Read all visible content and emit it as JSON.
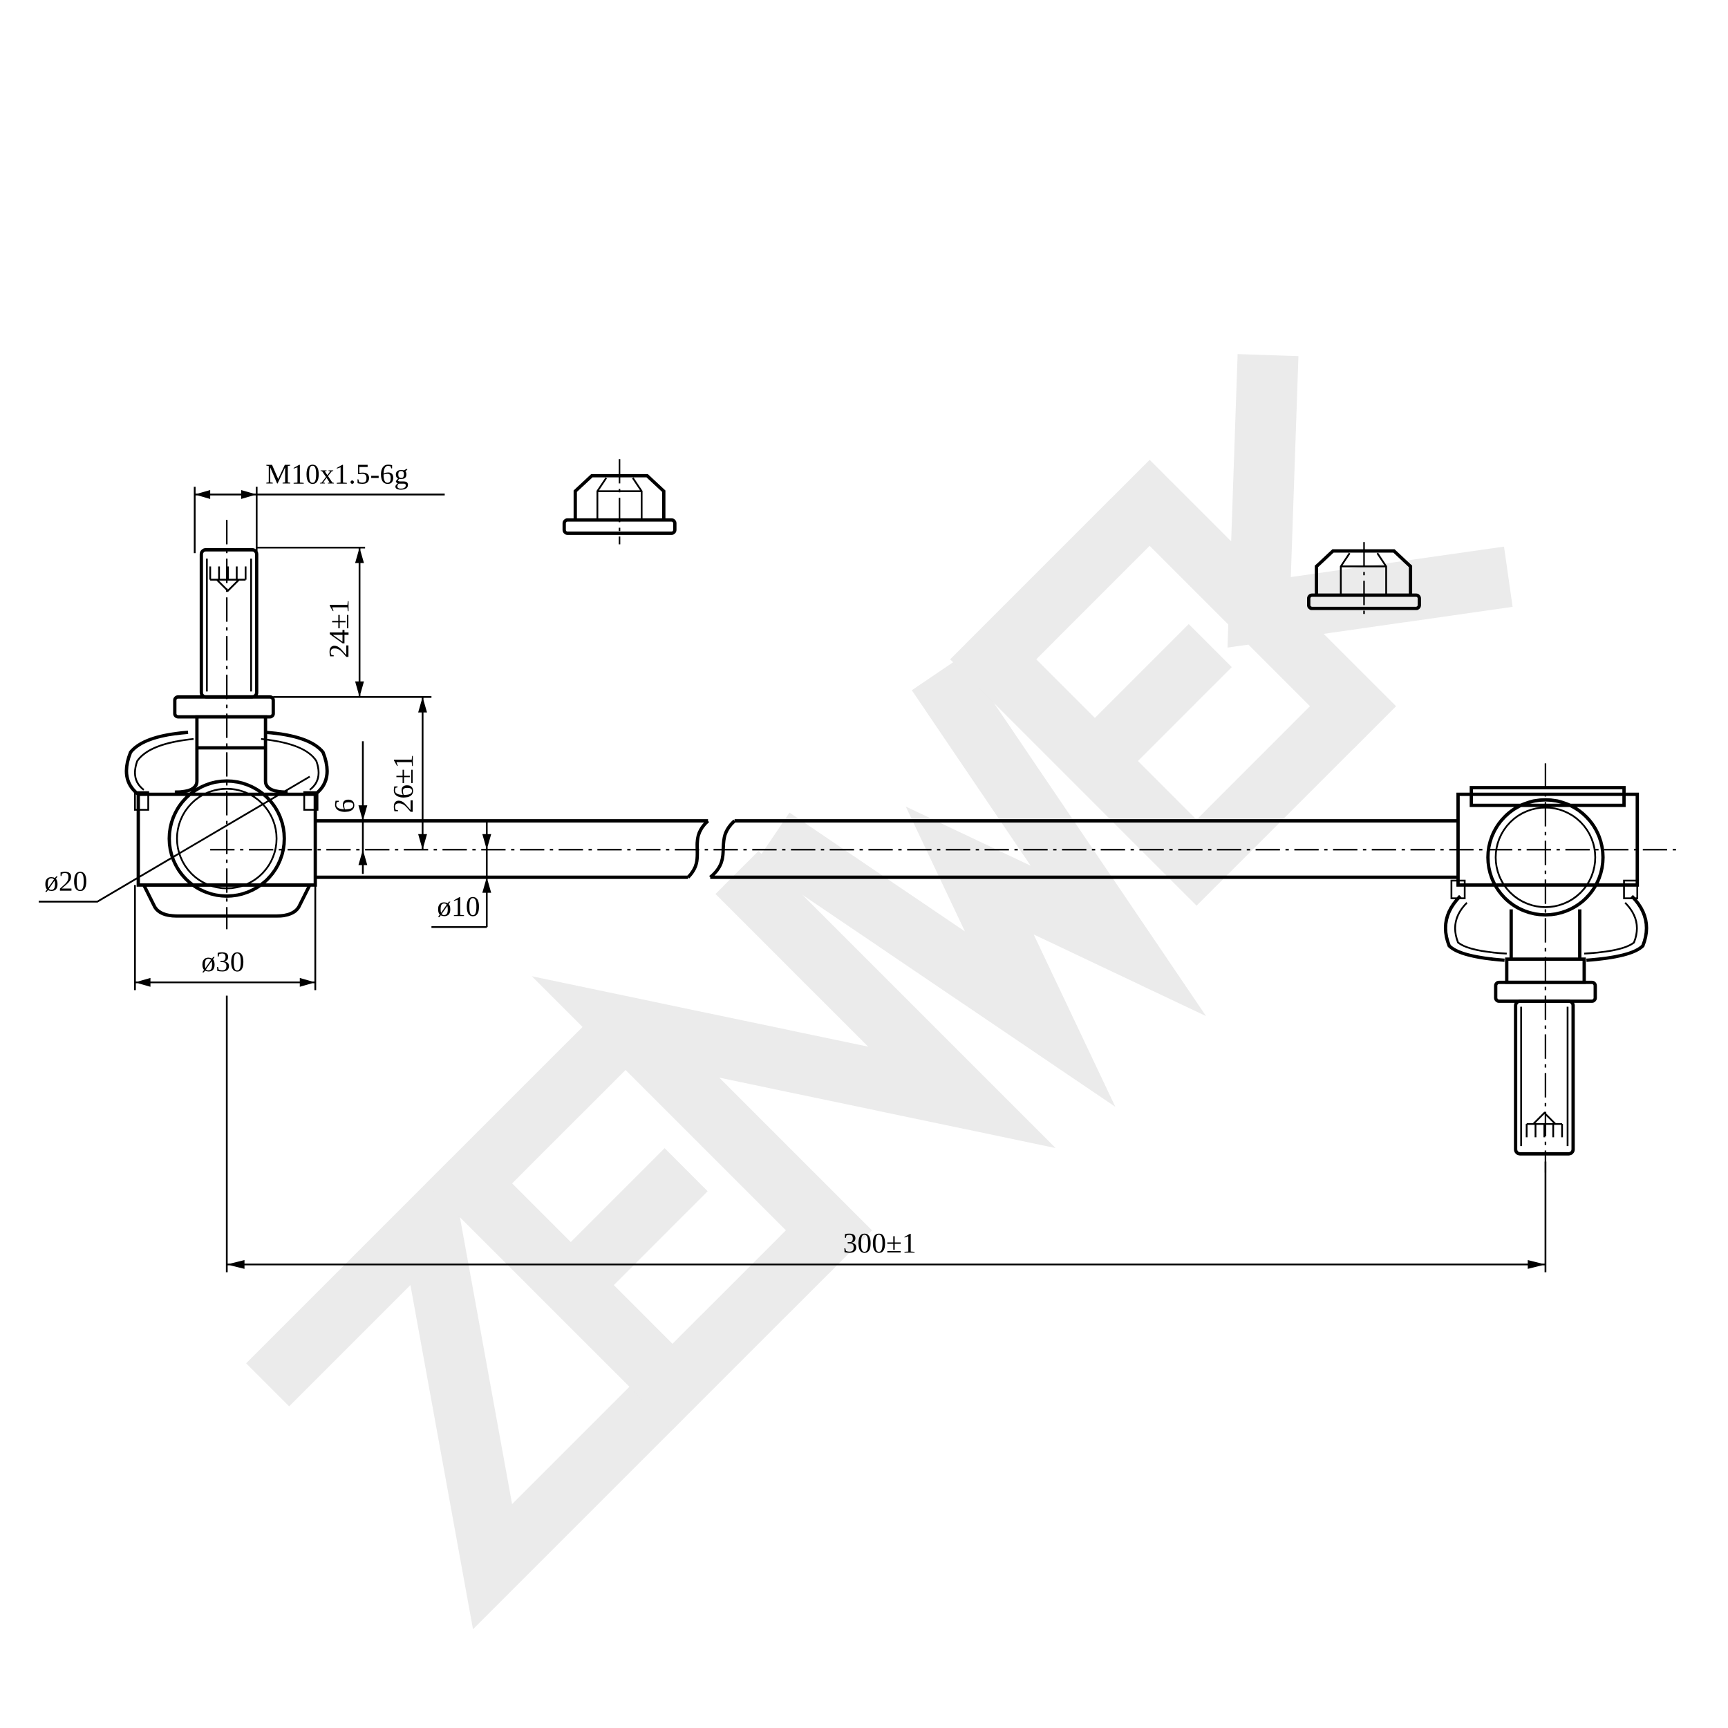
{
  "watermark": {
    "brand": "ZENWEK",
    "color": "#ebebeb"
  },
  "dimensions": {
    "thread": "M10x1.5-6g",
    "stud_length": "24±1",
    "height": "26±1",
    "offset": "6",
    "ball_diameter": "ø20",
    "rod_diameter": "ø10",
    "housing_diameter": "ø30",
    "center_distance": "300±1"
  }
}
